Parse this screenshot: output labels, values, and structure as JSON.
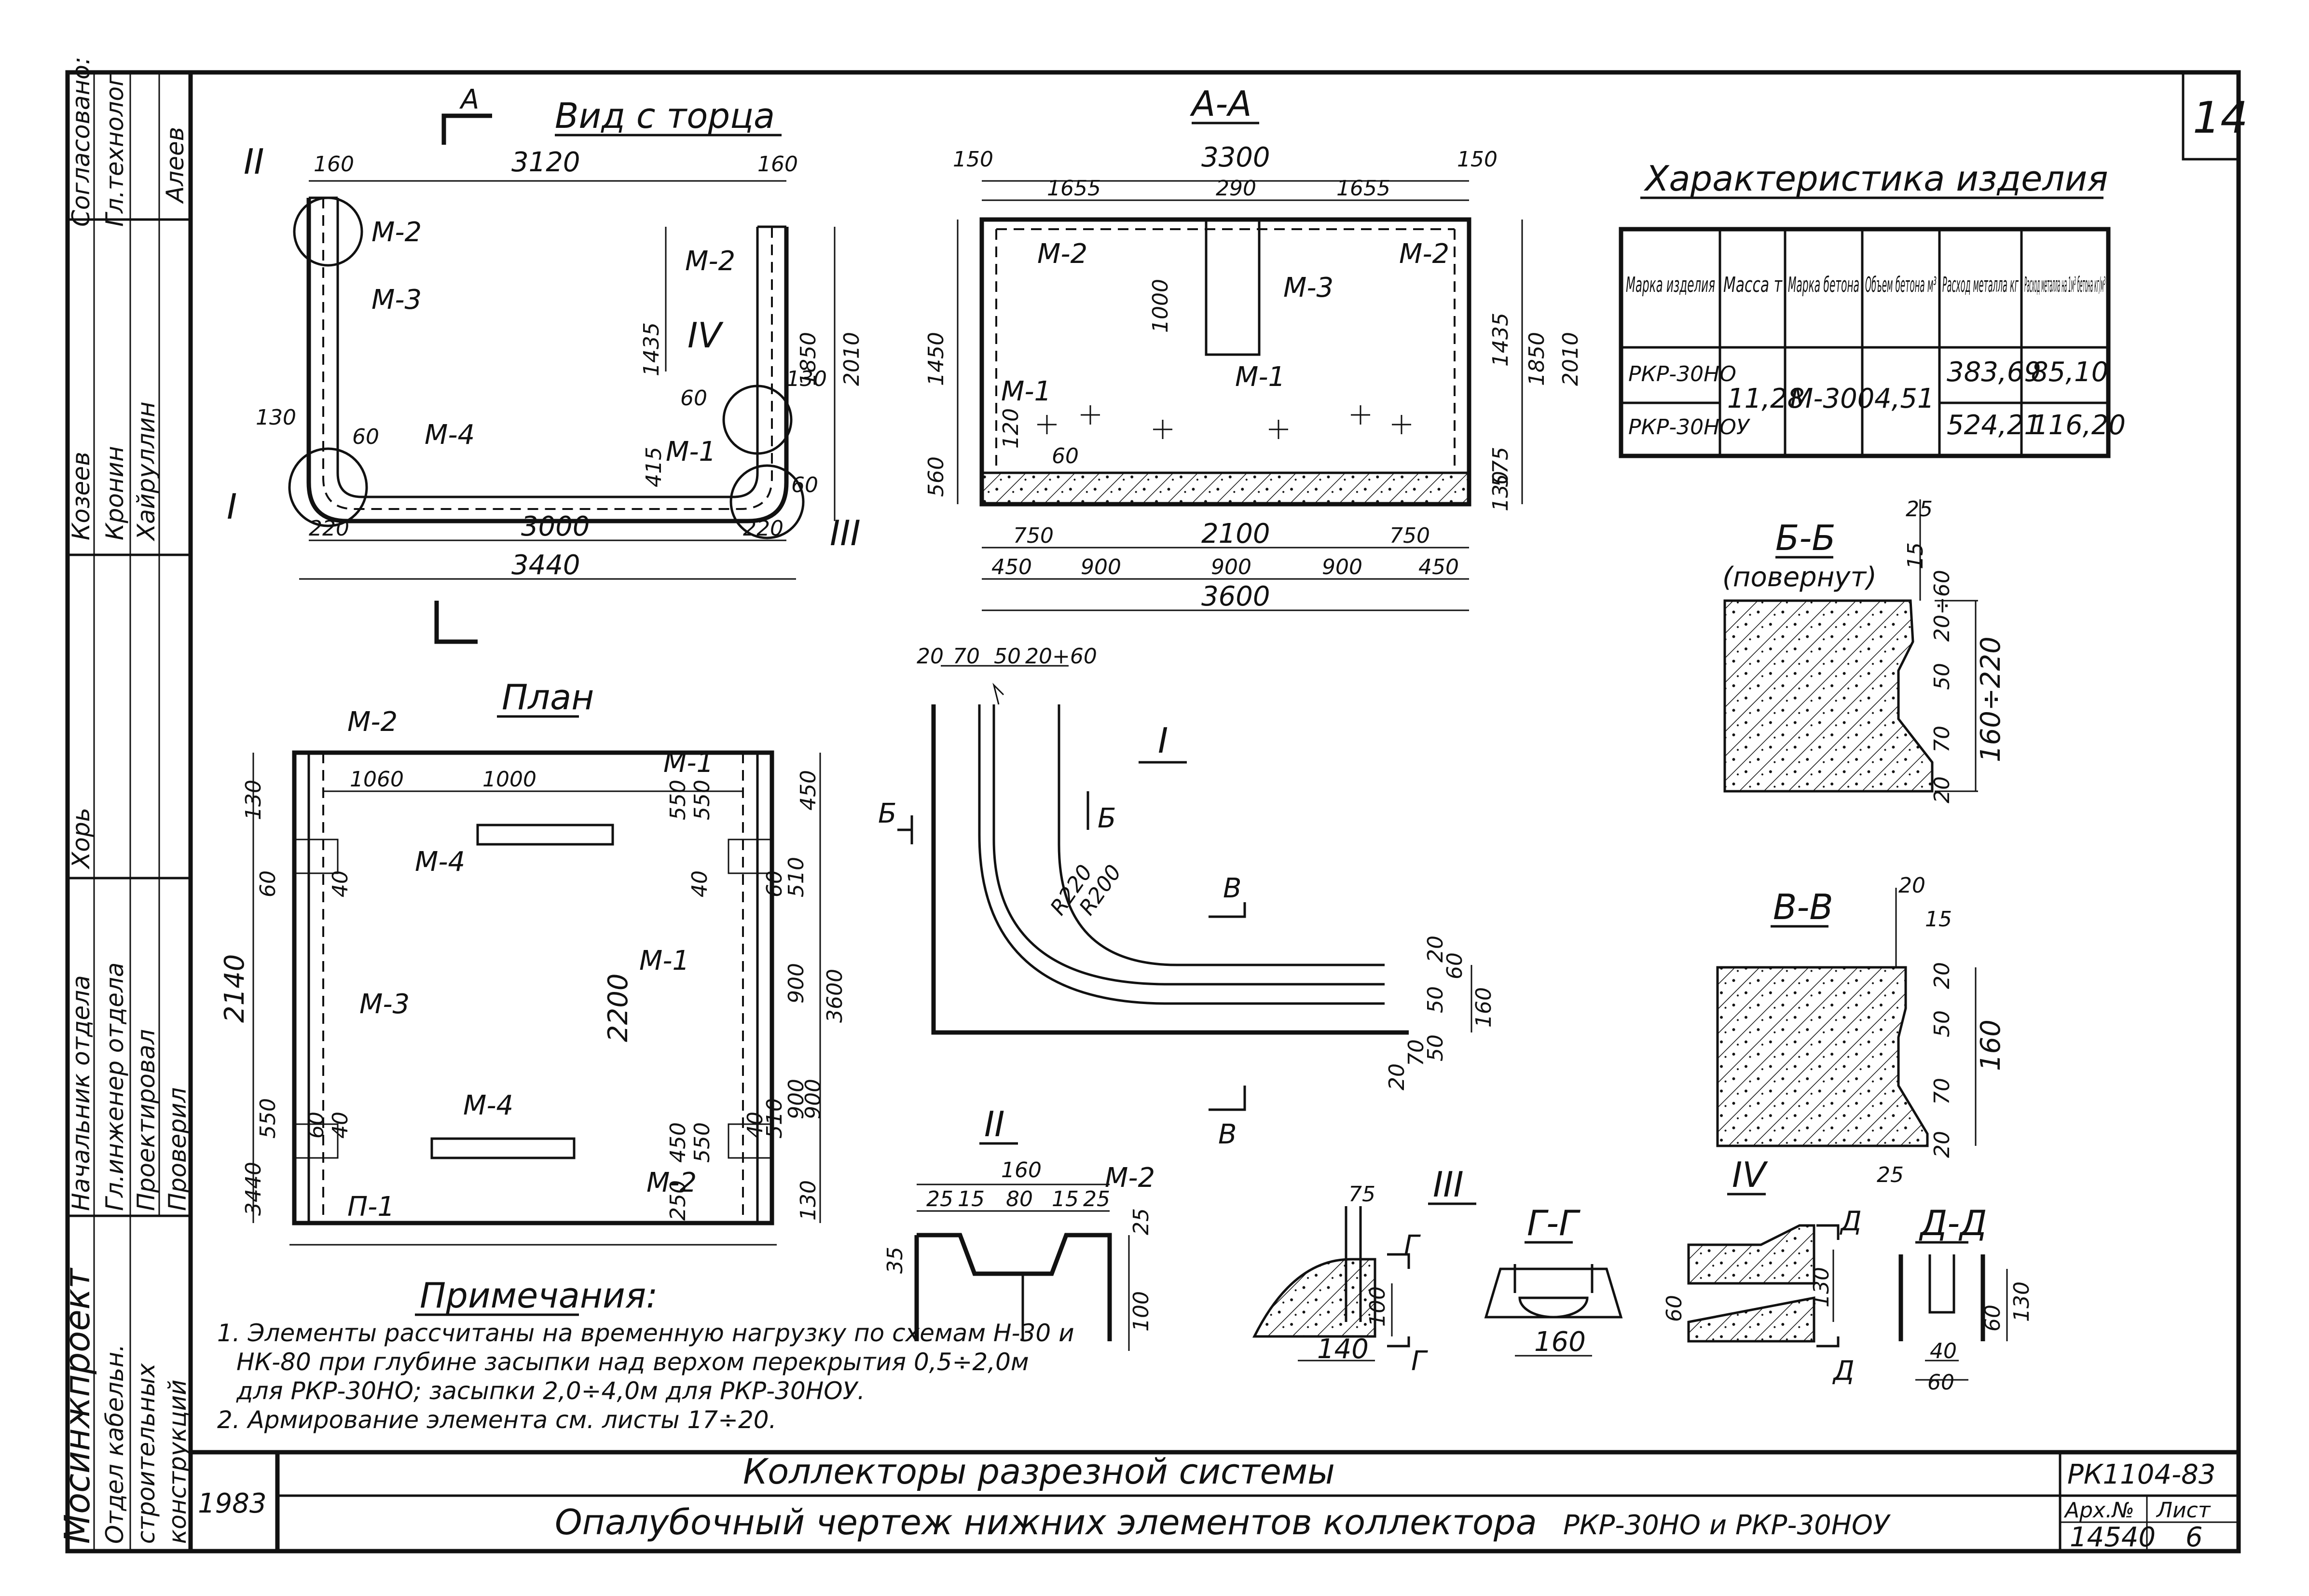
{
  "sheet_number": "14",
  "stamp": {
    "sign_labels": [
      "Согласовано:",
      "Гл.технолог"
    ],
    "rows": [
      {
        "role": "Начальник отдела",
        "name": "Козеев"
      },
      {
        "role": "Гл.инженер отдела",
        "name": "Кронин"
      },
      {
        "role": "Проектировал",
        "name": "Хайруллин"
      },
      {
        "role": "Проверил",
        "name": "Хорь"
      }
    ],
    "approver": "Алеев",
    "org": "Мосинжпроект",
    "dept": [
      "Отдел кабельн.",
      "строительных",
      "конструкций"
    ]
  },
  "views": {
    "end_view": {
      "title": "Вид с торца",
      "section_mark": "А",
      "dims": [
        "160",
        "3120",
        "160",
        "1435",
        "1850",
        "2010",
        "130",
        "60",
        "60",
        "415",
        "130",
        "60",
        "220",
        "3000",
        "220",
        "3440"
      ],
      "callouts": [
        "М-2",
        "М-3",
        "М-4",
        "М-1",
        "М-2"
      ],
      "nodes": [
        "I",
        "II",
        "III",
        "IV"
      ]
    },
    "section_aa": {
      "title": "А-А",
      "dims": [
        "150",
        "3300",
        "150",
        "1655",
        "290",
        "1655",
        "1450",
        "560",
        "1435",
        "1850",
        "2010",
        "575",
        "130",
        "1000",
        "120",
        "60",
        "750",
        "2100",
        "750",
        "450",
        "900",
        "900",
        "900",
        "450",
        "3600"
      ],
      "callouts": [
        "М-2",
        "М-3",
        "М-2",
        "М-1",
        "М-1"
      ]
    },
    "plan": {
      "title": "План",
      "dims": [
        "1060",
        "1000",
        "550",
        "550",
        "450",
        "130",
        "60",
        "40",
        "40",
        "60",
        "510",
        "900",
        "3600",
        "2140",
        "2200",
        "900",
        "900",
        "510",
        "40",
        "40",
        "60",
        "550",
        "250",
        "550",
        "450",
        "130",
        "3440"
      ],
      "callouts": [
        "М-2",
        "М-4",
        "М-3",
        "М-4",
        "П-1",
        "М-1",
        "М-1",
        "М-2"
      ]
    },
    "node_1": {
      "title": "I",
      "dims": [
        "20",
        "70",
        "50",
        "20+60",
        "R220",
        "R200",
        "20",
        "60",
        "50",
        "160",
        "20",
        "70",
        "50"
      ],
      "section_marks": [
        "Б",
        "Б",
        "В",
        "В"
      ]
    },
    "section_bb": {
      "title": "Б-Б",
      "subtitle": "(повернут)",
      "dims": [
        "25",
        "15",
        "20÷60",
        "50",
        "70",
        "20",
        "160÷220"
      ]
    },
    "section_vv": {
      "title": "В-В",
      "dims": [
        "20",
        "15",
        "20",
        "50",
        "70",
        "20",
        "160",
        "25"
      ]
    },
    "node_2": {
      "title": "II",
      "dims": [
        "160",
        "25",
        "15",
        "80",
        "15",
        "25",
        "35",
        "25",
        "100"
      ],
      "callout": "М-2"
    },
    "node_3": {
      "title": "III",
      "dims": [
        "75",
        "100",
        "140"
      ],
      "section_marks": [
        "Г",
        "Г"
      ]
    },
    "section_gg": {
      "title": "Г-Г",
      "dims": [
        "160"
      ]
    },
    "node_4": {
      "title": "IV",
      "dims": [
        "60",
        "130"
      ],
      "section_marks": [
        "Д",
        "Д"
      ]
    },
    "section_dd": {
      "title": "Д-Д",
      "dims": [
        "60",
        "130",
        "40",
        "60"
      ]
    }
  },
  "characteristics": {
    "title": "Характеристика изделия",
    "headers": [
      "Марка изделия",
      "Масса т",
      "Марка бетона",
      "Объем бетона м³",
      "Расход металла кг",
      "Расход металла на 1м³ бетона кг/м³"
    ],
    "rows": [
      {
        "mark": "РКР-30НО",
        "steel": "383,69",
        "per_m3": "85,10"
      },
      {
        "mark": "РКР-30НОУ",
        "steel": "524,21",
        "per_m3": "116,20"
      }
    ],
    "shared": {
      "mass": "11,28",
      "concrete": "М-300",
      "volume": "4,51"
    }
  },
  "notes": {
    "title": "Примечания:",
    "lines": [
      "1. Элементы рассчитаны на временную нагрузку по схемам Н-30 и",
      "НК-80 при глубине засыпки над верхом перекрытия 0,5÷2,0м",
      "для РКР-30НО; засыпки 2,0÷4,0м для РКР-30НОУ.",
      "2. Армирование элемента см. листы 17÷20."
    ]
  },
  "title_block": {
    "year": "1983",
    "title_1": "Коллекторы разрезной системы",
    "title_2": "Опалубочный чертеж нижних элементов коллектора",
    "title_2_marks": "РКР-30НО и РКР-30НОУ",
    "code": "РК1104-83",
    "arch_label": "Арх.№",
    "sheet_label": "Лист",
    "arch_no": "14540",
    "sheet_no": "6"
  }
}
